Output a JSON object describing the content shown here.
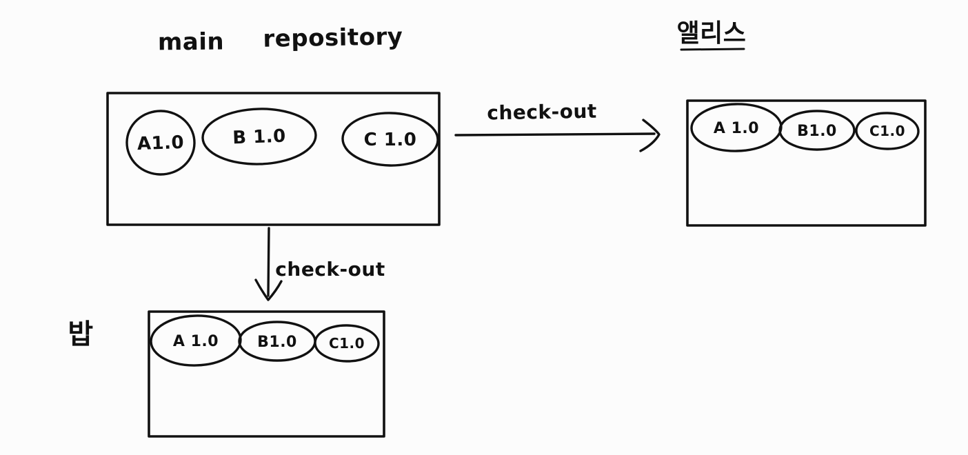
{
  "page": {
    "background": "#fcfcfc",
    "ink_color": "#111111"
  },
  "title": {
    "word_main": "main",
    "word_repository": "repository"
  },
  "main_repository": {
    "modules": [
      {
        "label": "A1.0"
      },
      {
        "label": "B 1.0"
      },
      {
        "label": "C 1.0"
      }
    ]
  },
  "checkout_to_alice": {
    "label": "check-out"
  },
  "checkout_to_bob": {
    "label": "check-out"
  },
  "alice_workspace": {
    "name": "앨리스",
    "modules": [
      {
        "label": "A 1.0"
      },
      {
        "label": "B1.0"
      },
      {
        "label": "C1.0"
      }
    ]
  },
  "bob_workspace": {
    "name": "밥",
    "modules": [
      {
        "label": "A 1.0"
      },
      {
        "label": "B1.0"
      },
      {
        "label": "C1.0"
      }
    ]
  }
}
